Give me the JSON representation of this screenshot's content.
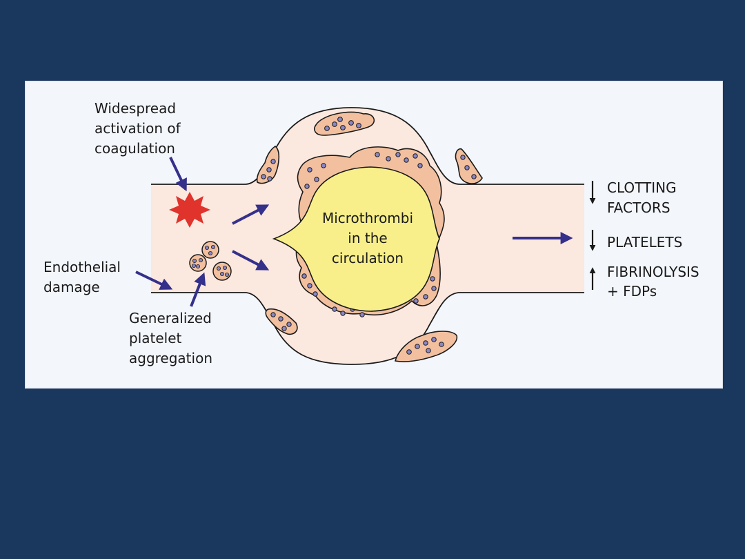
{
  "diagram": {
    "labels": {
      "coagulation": [
        "Widespread",
        "activation of",
        "coagulation"
      ],
      "endothelial": [
        "Endothelial",
        "damage"
      ],
      "platelet": [
        "Generalized",
        "platelet",
        "aggregation"
      ],
      "microthrombi": [
        "Microthrombi",
        "in the",
        "circulation"
      ]
    },
    "effects": [
      {
        "direction": "down",
        "lines": [
          "CLOTTING",
          "FACTORS"
        ]
      },
      {
        "direction": "down",
        "lines": [
          "PLATELETS"
        ]
      },
      {
        "direction": "up",
        "lines": [
          "FIBRINOLYSIS",
          "+  FDPs"
        ]
      }
    ],
    "colors": {
      "background": "#1a375d",
      "panel": "#f3f6fb",
      "vessel": "#fbe8df",
      "thrombus": "#f2c09f",
      "platelet_dot": "#8b86c4",
      "core": "#f8ef8a",
      "arrow": "#35308a",
      "star": "#e0332b"
    }
  }
}
